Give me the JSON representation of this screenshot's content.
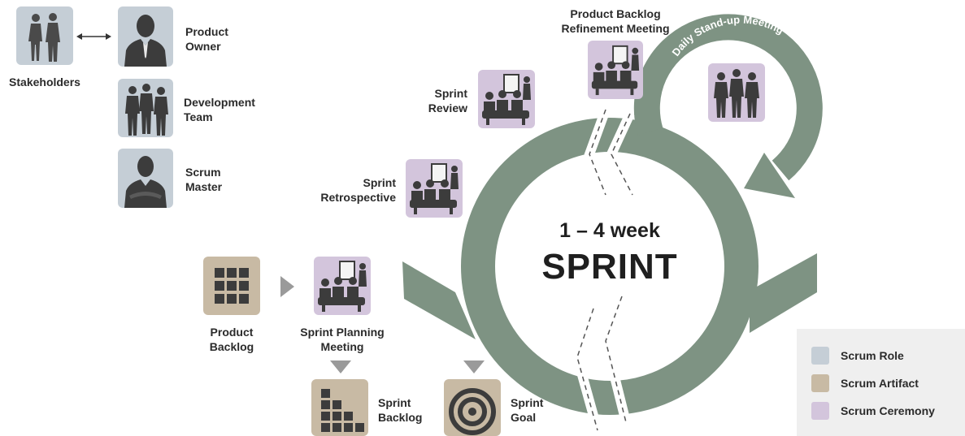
{
  "colors": {
    "role": "#c5ced6",
    "artifact": "#c8baa4",
    "ceremony": "#d3c5dc",
    "ring": "#7e9383",
    "silhouette": "#3c3c3c",
    "arrow": "#9a9a9a"
  },
  "roles": {
    "stakeholders": "Stakeholders",
    "product_owner": "Product\nOwner",
    "development_team": "Development\nTeam",
    "scrum_master": "Scrum\nMaster"
  },
  "ceremonies": {
    "sprint_review": "Sprint\nReview",
    "sprint_retrospective": "Sprint\nRetrospective",
    "backlog_refinement": "Product Backlog\nRefinement Meeting",
    "daily_standup": "Daily Stand-up Meeting",
    "sprint_planning": "Sprint Planning\nMeeting"
  },
  "artifacts": {
    "product_backlog": "Product\nBacklog",
    "sprint_backlog": "Sprint\nBacklog",
    "sprint_goal": "Sprint\nGoal"
  },
  "sprint": {
    "duration": "1 – 4 week",
    "title": "SPRINT"
  },
  "legend": [
    {
      "label": "Scrum Role",
      "color": "#c5ced6"
    },
    {
      "label": "Scrum Artifact",
      "color": "#c8baa4"
    },
    {
      "label": "Scrum Ceremony",
      "color": "#d3c5dc"
    }
  ],
  "icons": {
    "stakeholders": "stakeholders-people-icon",
    "product_owner": "businessman-icon",
    "development_team": "team-icon",
    "scrum_master": "arms-crossed-person-icon",
    "meeting": "meeting-table-icon",
    "standup": "standing-people-icon",
    "backlog_grid": "grid-icon",
    "sprint_backlog": "staircase-blocks-icon",
    "target": "target-icon"
  }
}
